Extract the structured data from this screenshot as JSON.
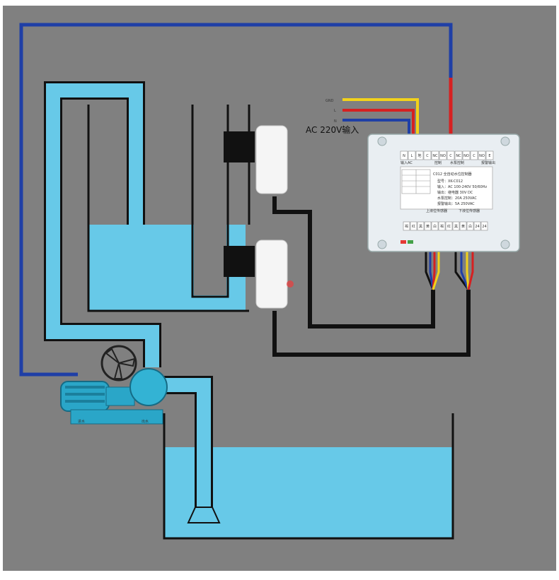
{
  "power_input": {
    "gnd": "GND",
    "live": "L",
    "neutral": "N",
    "caption": "AC 220V输入"
  },
  "controller": {
    "terminals_top": [
      "N",
      "L",
      "地",
      "C",
      "NC",
      "NO",
      "C",
      "NC",
      "NO",
      "C",
      "NO",
      "E"
    ],
    "group_labels": [
      "输入AC",
      "控制",
      "水泵控制",
      "报警输出"
    ],
    "title": "C012 全自动水位控制器",
    "model": "型号：XK-C012",
    "input_spec": "输入：AC 100-240V 50/60Hz",
    "output_spec": "输出：继电器 30V DC",
    "pump_spec": "水泵控制：20A 250VAC",
    "alarm_spec": "报警输出：5A 250VAC",
    "sensor_groups": [
      "上液位传感器",
      "下液位传感器"
    ],
    "terminals_bottom": [
      "褐",
      "红",
      "黑",
      "黄",
      "白",
      "褐",
      "红",
      "黑",
      "黄",
      "白",
      "24",
      "24"
    ]
  },
  "pump": {
    "label_left": "进水",
    "label_right": "出水"
  },
  "colors": {
    "background": "#808080",
    "water": "#67c9e8",
    "wire_blue": "#1f3fa6",
    "wire_red": "#d62020",
    "wire_yellow": "#f2d21a",
    "wire_black": "#111111",
    "controller_body": "#e9eef2"
  }
}
